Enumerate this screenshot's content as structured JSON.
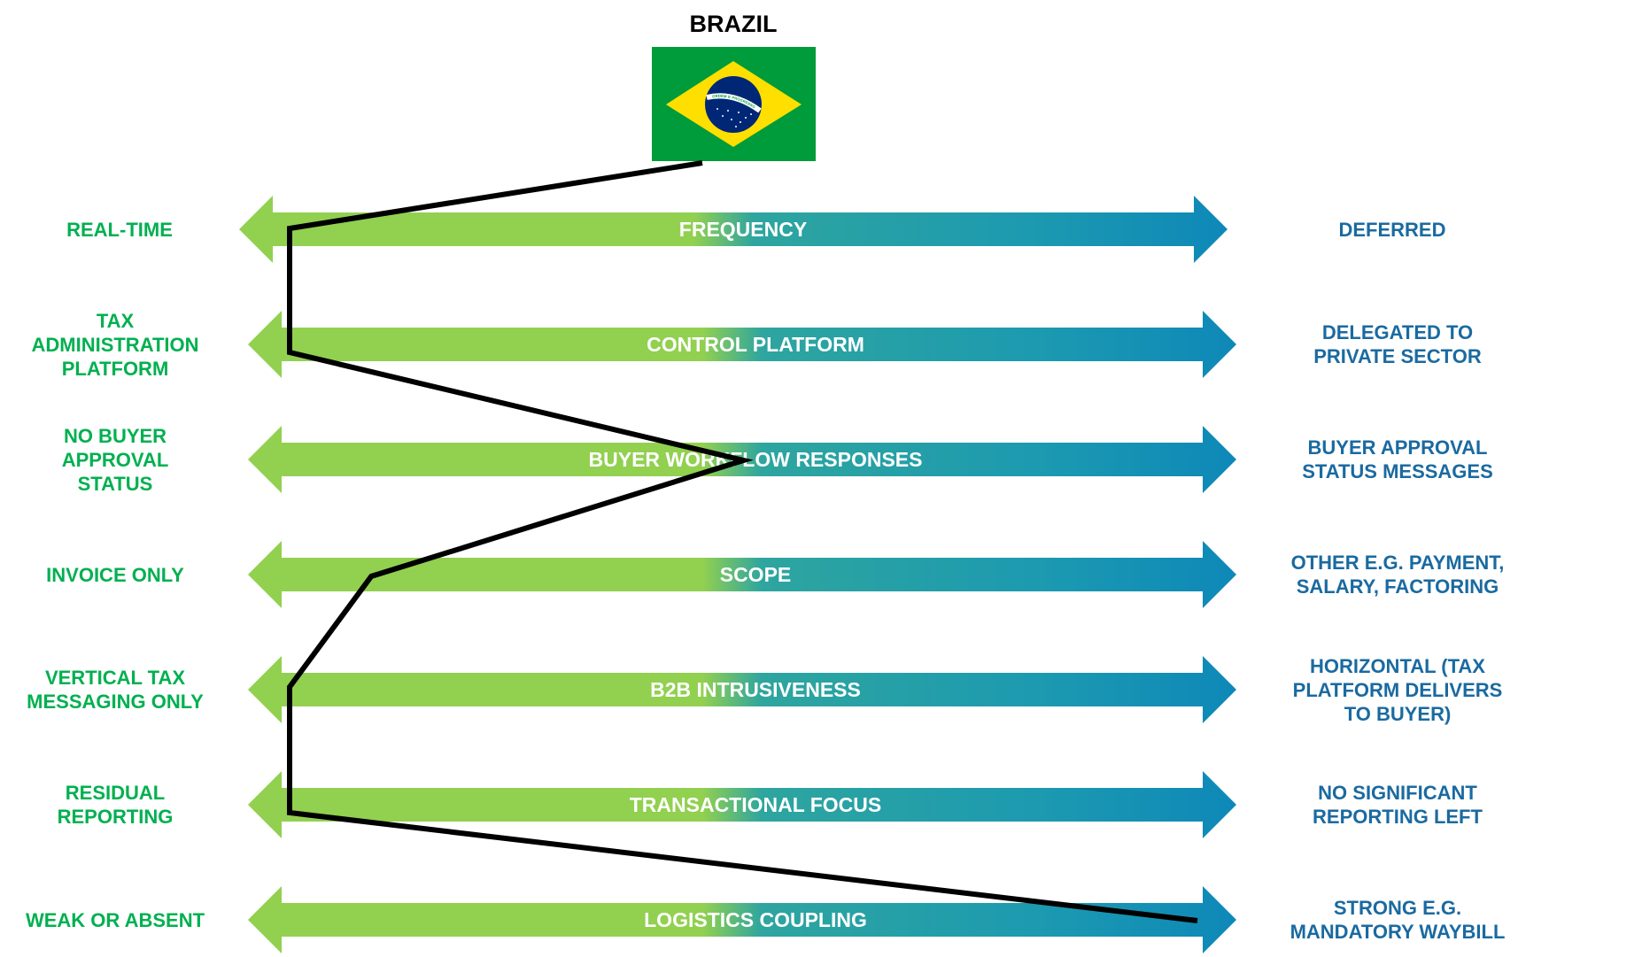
{
  "country": {
    "name": "BRAZIL",
    "flag_motto": "ORDEM E PROGRESSO"
  },
  "colors": {
    "left_label": "#00b050",
    "right_label": "#1a6aa0",
    "arrow_green": "#92d050",
    "arrow_teal": "#2aa3a3",
    "arrow_blue": "#0e88b8",
    "profile_line": "#000000"
  },
  "rows": [
    {
      "dimension": "FREQUENCY",
      "left": [
        "REAL-TIME"
      ],
      "right": [
        "DEFERRED"
      ],
      "position": 0.0
    },
    {
      "dimension": "CONTROL PLATFORM",
      "left": [
        "TAX",
        "ADMINISTRATION",
        "PLATFORM"
      ],
      "right": [
        "DELEGATED TO",
        "PRIVATE SECTOR"
      ],
      "position": 0.0
    },
    {
      "dimension": "BUYER WORKFLOW RESPONSES",
      "left": [
        "NO BUYER",
        "APPROVAL",
        "STATUS"
      ],
      "right": [
        "BUYER APPROVAL",
        "STATUS MESSAGES"
      ],
      "position": 0.5
    },
    {
      "dimension": "SCOPE",
      "left": [
        "INVOICE ONLY"
      ],
      "right": [
        "OTHER E.G. PAYMENT,",
        "SALARY, FACTORING"
      ],
      "position": 0.09
    },
    {
      "dimension": "B2B INTRUSIVENESS",
      "left": [
        "VERTICAL TAX",
        "MESSAGING ONLY"
      ],
      "right": [
        "HORIZONTAL (TAX",
        "PLATFORM DELIVERS",
        "TO BUYER)"
      ],
      "position": 0.0
    },
    {
      "dimension": "TRANSACTIONAL FOCUS",
      "left": [
        "RESIDUAL",
        "REPORTING"
      ],
      "right": [
        "NO SIGNIFICANT",
        "REPORTING LEFT"
      ],
      "position": 0.0
    },
    {
      "dimension": "LOGISTICS COUPLING",
      "left": [
        "WEAK OR ABSENT"
      ],
      "right": [
        "STRONG E.G.",
        "MANDATORY WAYBILL"
      ],
      "position": 1.0
    }
  ]
}
